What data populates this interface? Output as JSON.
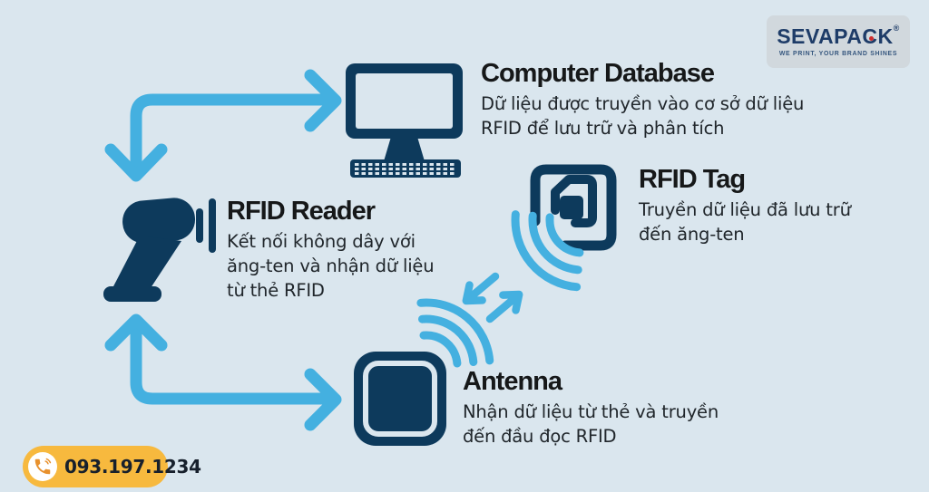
{
  "title": "RFID system infographic",
  "colors": {
    "background": "#dae6ee",
    "icon_navy": "#0d3a5c",
    "arrow_blue": "#44b0e0",
    "heading_text": "#161819",
    "body_text": "#20262b",
    "badge_yellow": "#f7b93e",
    "logo_navy": "#1e3c68",
    "logo_red": "#cf2e2e",
    "logo_card_bg": "#d1d8dd"
  },
  "nodes": {
    "computer": {
      "title": "Computer Database",
      "desc": "Dữ liệu được truyền vào cơ sở dữ liệu\nRFID để lưu trữ và phân tích"
    },
    "tag": {
      "title": "RFID Tag",
      "desc": "Truyền dữ liệu đã lưu trữ\nđến ăng-ten"
    },
    "reader": {
      "title": "RFID Reader",
      "desc": "Kết nối không dây với\năng-ten và nhận dữ liệu\ntừ thẻ RFID"
    },
    "antenna": {
      "title": "Antenna",
      "desc": "Nhận dữ liệu từ thẻ và truyền\nđến đầu đọc RFID"
    }
  },
  "logo": {
    "pre": "SEVAPA",
    "c": "C",
    "post": "K",
    "reg": "®",
    "tagline": "WE PRINT, YOUR BRAND SHINES"
  },
  "phone": {
    "number": "093.197.1234"
  },
  "icons": {
    "computer": "computer-monitor-keyboard-icon",
    "reader": "handheld-rfid-scanner-icon",
    "tag": "rfid-tag-icon",
    "antenna": "panel-antenna-icon",
    "waves": "signal-waves-icon",
    "phone": "phone-handset-icon"
  }
}
